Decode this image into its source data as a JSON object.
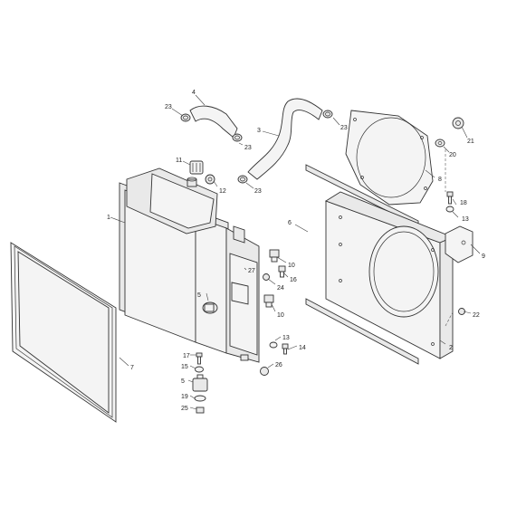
{
  "callouts": {
    "c1": "1",
    "c2": "2",
    "c3": "3",
    "c4": "4",
    "c5a": "5",
    "c5b": "5",
    "c6": "6",
    "c7": "7",
    "c8": "8",
    "c9": "9",
    "c10a": "10",
    "c10b": "10",
    "c11": "11",
    "c12": "12",
    "c13a": "13",
    "c13b": "13",
    "c14": "14",
    "c15": "15",
    "c16": "16",
    "c17": "17",
    "c18": "18",
    "c19": "19",
    "c20": "20",
    "c21": "21",
    "c22": "22",
    "c23a": "23",
    "c23b": "23",
    "c23c": "23",
    "c23d": "23",
    "c24": "24",
    "c25": "25",
    "c26": "26",
    "c27": "27"
  }
}
